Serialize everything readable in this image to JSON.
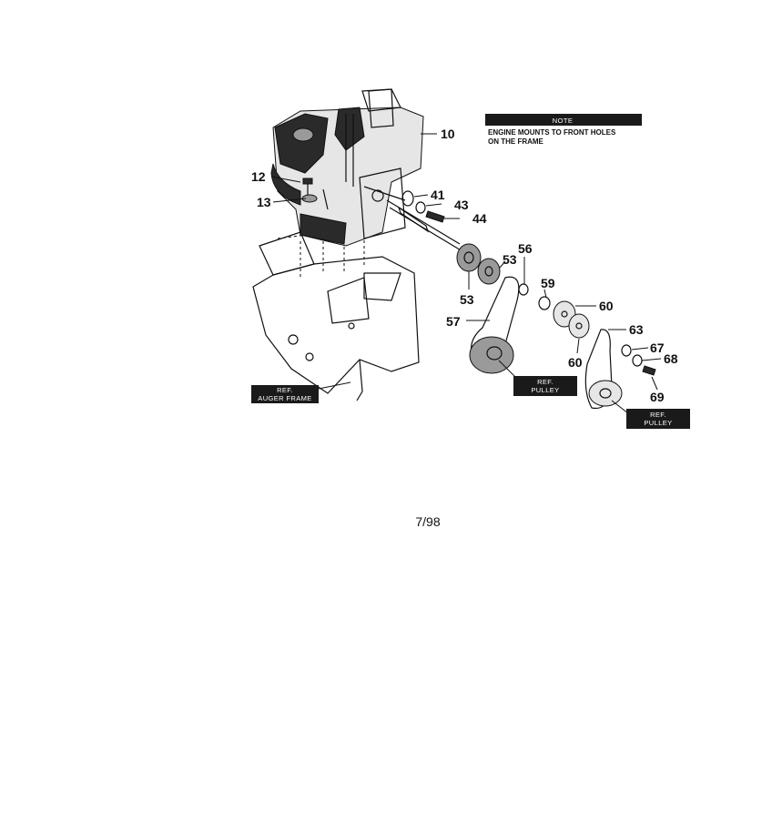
{
  "note": {
    "heading": "NOTE",
    "line1": "ENGINE MOUNTS TO FRONT HOLES",
    "line2": "ON THE FRAME"
  },
  "parts": {
    "p10": "10",
    "p12": "12",
    "p13": "13",
    "p41": "41",
    "p43": "43",
    "p44": "44",
    "p53a": "53",
    "p53b": "53",
    "p56": "56",
    "p57": "57",
    "p59": "59",
    "p60a": "60",
    "p60b": "60",
    "p63": "63",
    "p67": "67",
    "p68": "68",
    "p69": "69"
  },
  "tags": {
    "auger_frame_line1": "REF.",
    "auger_frame_line2": "AUGER FRAME",
    "pulley1_line1": "REF.",
    "pulley1_line2": "PULLEY",
    "pulley2_line1": "REF.",
    "pulley2_line2": "PULLEY"
  },
  "footer": {
    "date": "7/98"
  }
}
